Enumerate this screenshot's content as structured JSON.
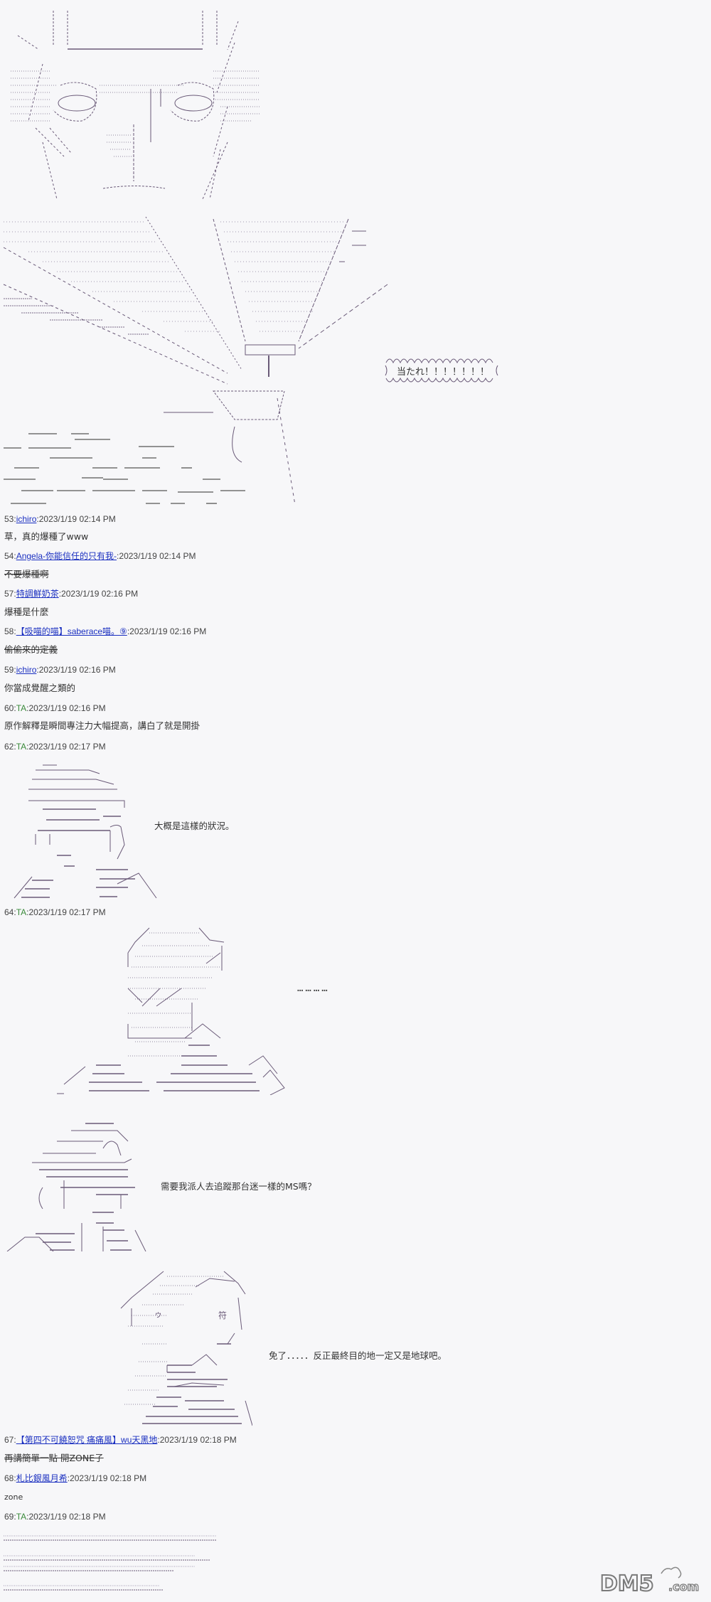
{
  "thread": {
    "panel1": {
      "type": "aa-art",
      "subject": "glasses-glint-face"
    },
    "panel2": {
      "type": "aa-art",
      "subject": "mecha-beam-shot",
      "bubble": "当たれ！！！！！！！"
    },
    "posts": [
      {
        "num": "53:",
        "user": "ichiro",
        "user_type": "link",
        "time": "2023/1/19 02:14 PM",
        "body": "草，真的爆種了www",
        "strike": false
      },
      {
        "num": "54:",
        "user": "Angela-你能信任的只有我-",
        "user_type": "link",
        "time": "2023/1/19 02:14 PM",
        "body": "不要爆種啊",
        "strike": true
      },
      {
        "num": "57:",
        "user": "特調鮮奶茶",
        "user_type": "link",
        "time": "2023/1/19 02:16 PM",
        "body": "爆種是什麼",
        "strike": false
      },
      {
        "num": "58:",
        "user": "【吸喵的喵】saberace喵。⑨",
        "user_type": "link",
        "time": "2023/1/19 02:16 PM",
        "body": "偷偷來的定義",
        "strike": true
      },
      {
        "num": "59:",
        "user": "ichiro",
        "user_type": "link",
        "time": "2023/1/19 02:16 PM",
        "body": "你當成覺醒之類的",
        "strike": false
      },
      {
        "num": "60:",
        "user": "TA",
        "user_type": "author",
        "time": "2023/1/19 02:16 PM",
        "body": "原作解釋是瞬間專注力大幅提高，講白了就是開掛",
        "strike": false
      },
      {
        "num": "62:",
        "user": "TA",
        "user_type": "author",
        "time": "2023/1/19 02:17 PM",
        "caption": "大概是這樣的狀況。"
      },
      {
        "num": "64:",
        "user": "TA",
        "user_type": "author",
        "time": "2023/1/19 02:17 PM",
        "frames": [
          {
            "caption": "…………"
          },
          {
            "caption": "需要我派人去追蹤那台迷一樣的MS嗎？"
          },
          {
            "caption": "免了．．．．．反正最終目的地一定又是地球吧。"
          }
        ]
      },
      {
        "num": "67:",
        "user": "【第四不可饒恕咒 痛痛風】wu天黑地",
        "user_type": "link",
        "time": "2023/1/19 02:18 PM",
        "body": "再講簡單一點 開ZONE子",
        "strike": true
      },
      {
        "num": "68:",
        "user": "札比銀風月希",
        "user_type": "link",
        "time": "2023/1/19 02:18 PM",
        "body": "zone",
        "strike": false
      },
      {
        "num": "69:",
        "user": "TA",
        "user_type": "author",
        "time": "2023/1/19 02:18 PM"
      }
    ]
  },
  "watermark": {
    "text": "DM5",
    "suffix": ".com"
  },
  "colors": {
    "background": "#f7f7f9",
    "link": "#1a2fc0",
    "author": "#3a8a3a",
    "art": "#6a5a78",
    "text": "#333333"
  }
}
